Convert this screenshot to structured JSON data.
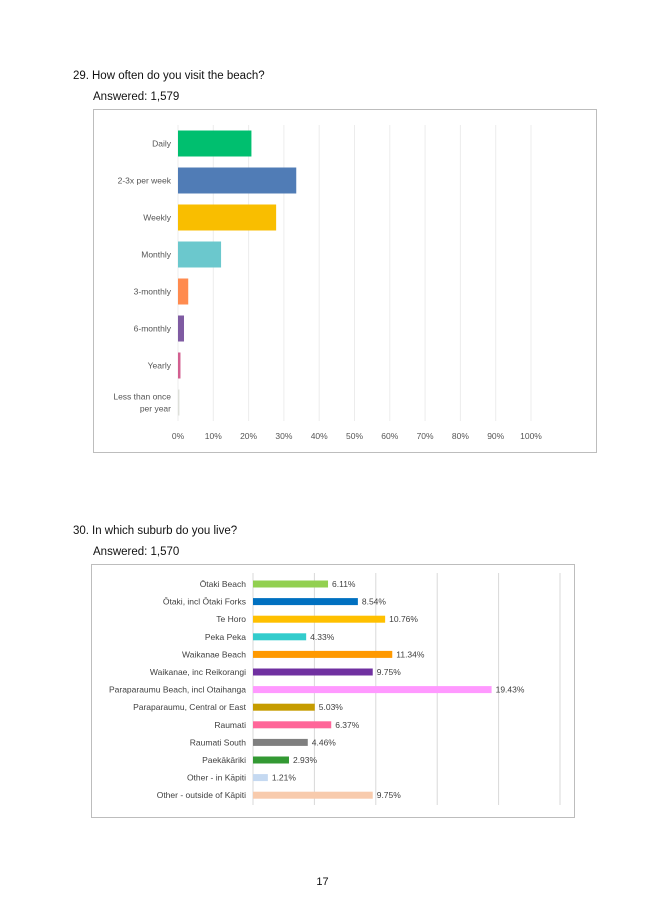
{
  "q29": {
    "number": "29.",
    "question": "How often do you visit the beach?",
    "answered": "Answered: 1,579"
  },
  "q30": {
    "number": "30.",
    "question": "In which suburb do you live?",
    "answered": "Answered: 1,570"
  },
  "page_number": "17",
  "chart_data": [
    {
      "type": "bar",
      "orientation": "horizontal",
      "categories": [
        "Daily",
        "2-3x per week",
        "Weekly",
        "Monthly",
        "3-monthly",
        "6-monthly",
        "Yearly",
        "Less than once per year"
      ],
      "category_lines": [
        [
          "Daily"
        ],
        [
          "2-3x per week"
        ],
        [
          "Weekly"
        ],
        [
          "Monthly"
        ],
        [
          "3-monthly"
        ],
        [
          "6-monthly"
        ],
        [
          "Yearly"
        ],
        [
          "Less than once",
          "per year"
        ]
      ],
      "values": [
        20.8,
        33.5,
        27.8,
        12.2,
        2.9,
        1.7,
        0.7,
        0.4
      ],
      "colors": [
        "#00bf6f",
        "#507cb6",
        "#f9be00",
        "#6bc8cd",
        "#ff8b4f",
        "#7f5ba2",
        "#d25f90",
        "#dee0da"
      ],
      "xticks": [
        "0%",
        "10%",
        "20%",
        "30%",
        "40%",
        "50%",
        "60%",
        "70%",
        "80%",
        "90%",
        "100%"
      ],
      "xlim": [
        0,
        100
      ],
      "grid": true
    },
    {
      "type": "bar",
      "orientation": "horizontal",
      "categories": [
        "Ōtaki Beach",
        "Ōtaki, incl Ōtaki Forks",
        "Te Horo",
        "Peka Peka",
        "Waikanae Beach",
        "Waikanae, inc Reikorangi",
        "Paraparaumu Beach, incl Otaihanga",
        "Paraparaumu, Central or East",
        "Raumati",
        "Raumati South",
        "Paekākāriki",
        "Other - in Kāpiti",
        "Other - outside of Kāpiti"
      ],
      "values": [
        6.11,
        8.54,
        10.76,
        4.33,
        11.34,
        9.75,
        19.43,
        5.03,
        6.37,
        4.46,
        2.93,
        1.21,
        9.75
      ],
      "value_labels": [
        "6.11%",
        "8.54%",
        "10.76%",
        "4.33%",
        "11.34%",
        "9.75%",
        "19.43%",
        "5.03%",
        "6.37%",
        "4.46%",
        "2.93%",
        "1.21%",
        "9.75%"
      ],
      "colors": [
        "#92d050",
        "#0070c0",
        "#ffc000",
        "#33cccc",
        "#ff9900",
        "#7030a0",
        "#ff99ff",
        "#c69c00",
        "#ff6699",
        "#7f7f7f",
        "#339933",
        "#c5d9f1",
        "#f8cbad"
      ],
      "xlim": [
        0,
        25
      ],
      "grid": true
    }
  ]
}
